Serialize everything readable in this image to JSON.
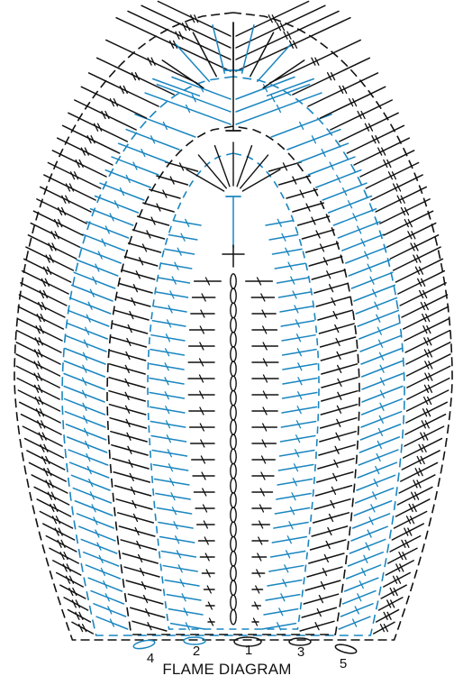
{
  "diagram": {
    "caption": "FLAME DIAGRAM",
    "row_labels": [
      "1",
      "2",
      "3",
      "4",
      "5"
    ],
    "colors": {
      "dark_rounds": "#111111",
      "blue_rounds": "#1a86c0"
    }
  }
}
